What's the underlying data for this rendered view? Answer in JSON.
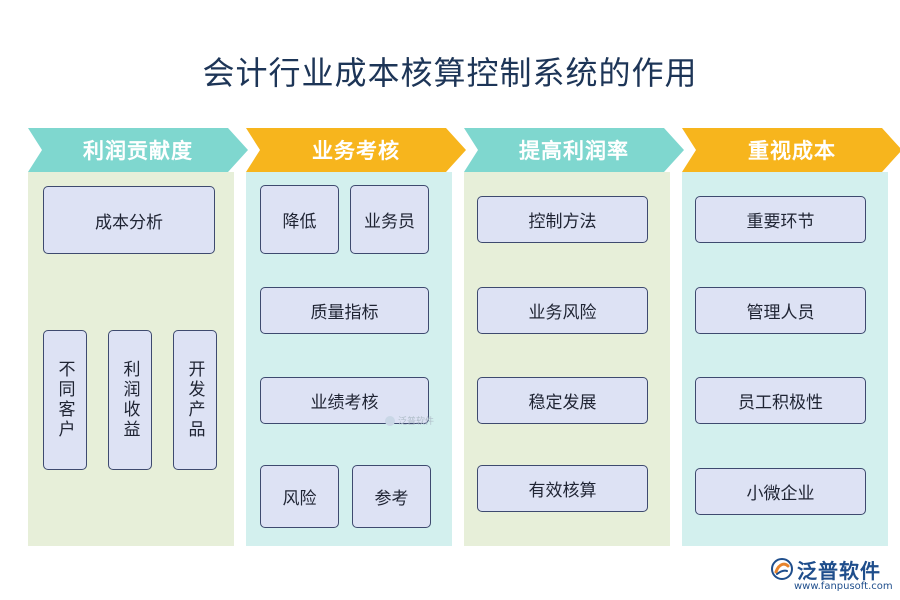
{
  "title": "会计行业成本核算控制系统的作用",
  "columns": [
    {
      "header": "利润贡献度",
      "items": [
        "成本分析",
        "不同客户",
        "利润收益",
        "开发产品"
      ]
    },
    {
      "header": "业务考核",
      "items": [
        "降低",
        "业务员",
        "质量指标",
        "业绩考核",
        "风险",
        "参考"
      ]
    },
    {
      "header": "提高利润率",
      "items": [
        "控制方法",
        "业务风险",
        "稳定发展",
        "有效核算"
      ]
    },
    {
      "header": "重视成本",
      "items": [
        "重要环节",
        "管理人员",
        "员工积极性",
        "小微企业"
      ]
    }
  ],
  "watermark": "泛普软件",
  "logo": {
    "name": "泛普软件",
    "url": "www.fanpusoft.com"
  },
  "colors": {
    "teal": "#7fd7cf",
    "gold": "#f7b51d",
    "green_panel": "#e7efd9",
    "cyan_panel": "#d3f0ee",
    "box": "#dde2f4",
    "box_border": "#3e4a6f"
  }
}
